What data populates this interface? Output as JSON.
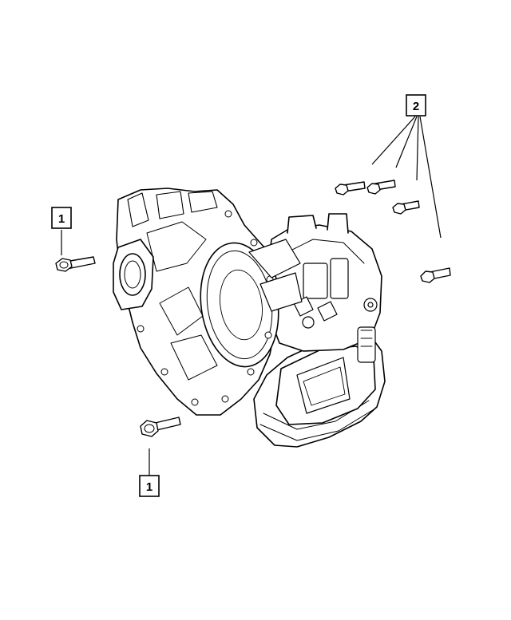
{
  "diagram": {
    "callouts": [
      {
        "id": "callout-1-upper",
        "text": "1"
      },
      {
        "id": "callout-1-lower",
        "text": "1"
      },
      {
        "id": "callout-2",
        "text": "2"
      }
    ]
  },
  "colors": {
    "line": "#000000",
    "background": "#ffffff"
  }
}
